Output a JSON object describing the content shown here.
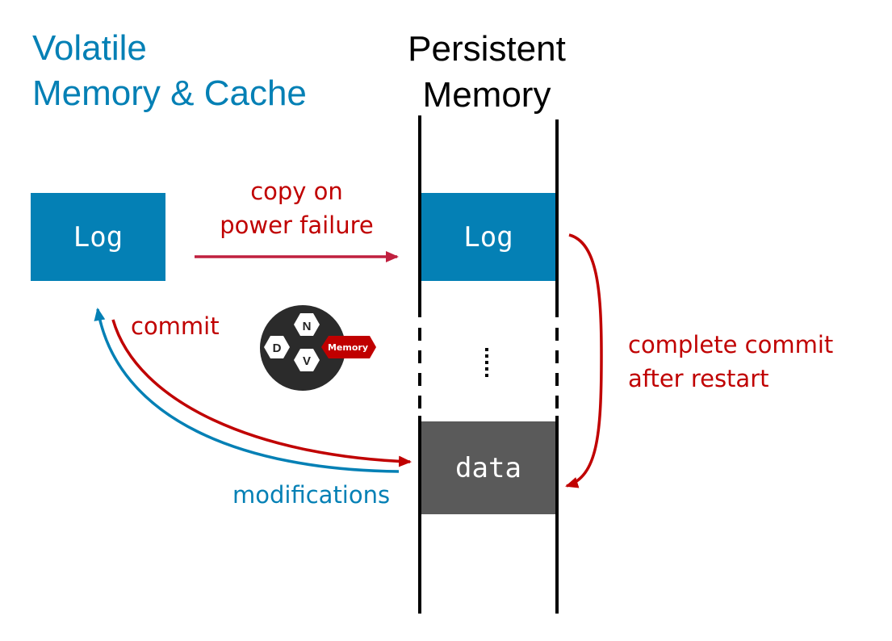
{
  "titles": {
    "volatile_line1": "Volatile",
    "volatile_line2": "Memory & Cache",
    "persistent_line1": "Persistent",
    "persistent_line2": "Memory"
  },
  "boxes": {
    "volatile_log": "Log",
    "persistent_log": "Log",
    "persistent_data": "data"
  },
  "labels": {
    "copy_line1": "copy on",
    "copy_line2": "power failure",
    "commit": "commit",
    "modifications": "modifications",
    "complete_line1": "complete commit",
    "complete_line2": "after restart",
    "ellipsis": "⋮"
  },
  "logo": {
    "hex_d": "D",
    "hex_n": "N",
    "hex_v": "V",
    "tag": "Memory"
  },
  "colors": {
    "blue": "#0480b5",
    "red": "#c00000",
    "crimson": "#c0203f",
    "gray": "#5a5a5a",
    "logo_dark": "#2b2b2b"
  }
}
